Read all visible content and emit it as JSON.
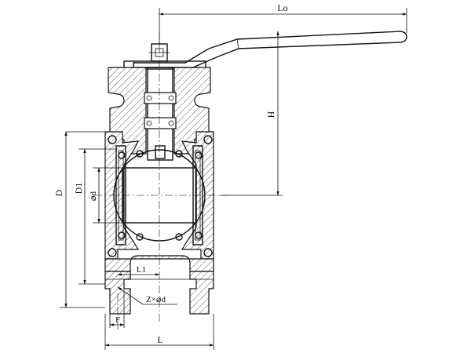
{
  "drawing": {
    "dimension_labels": {
      "lo": "Lo",
      "h": "H",
      "d_outer": "D",
      "d1": "D1",
      "d_bore": "⌀d",
      "l1": "L1",
      "z_holes": "Z×⌀d",
      "f": "F",
      "l": "L"
    }
  }
}
